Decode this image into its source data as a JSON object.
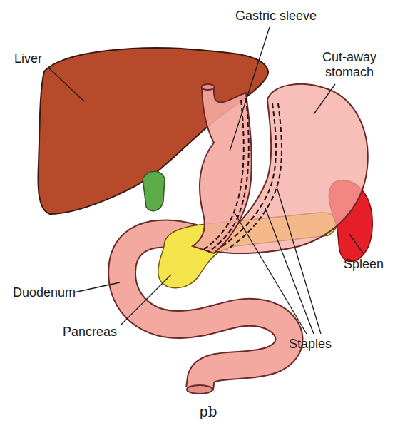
{
  "diagram": {
    "labels": [
      "Liver",
      "Gastric sleeve",
      "Cut-away stomach",
      "Spleen",
      "Duodenum",
      "Pancreas",
      "Staples",
      "pb"
    ]
  }
}
